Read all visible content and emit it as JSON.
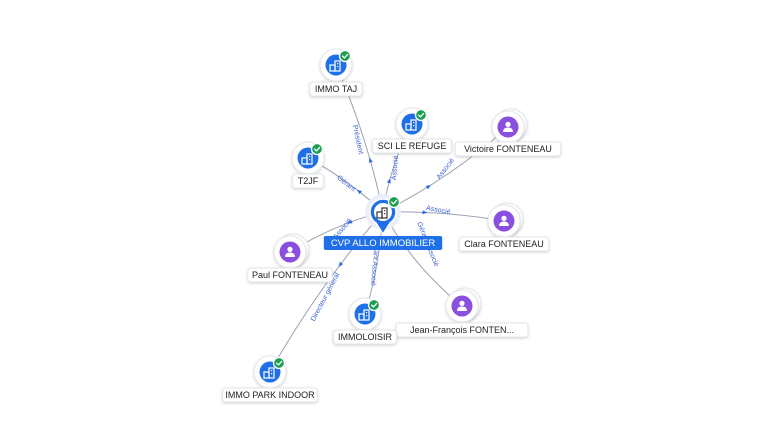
{
  "graph": {
    "center": {
      "id": "center",
      "label": "CVP ALLO IMMOBILIER",
      "type": "company",
      "verified": true
    },
    "nodes": [
      {
        "id": "immo_taj",
        "label": "IMMO TAJ",
        "type": "company",
        "verified": true
      },
      {
        "id": "sci_le_refuge",
        "label": "SCI LE REFUGE",
        "type": "company",
        "verified": true
      },
      {
        "id": "victoire",
        "label": "Victoire FONTENEAU",
        "type": "person",
        "verified": false
      },
      {
        "id": "t2jf",
        "label": "T2JF",
        "type": "company",
        "verified": true
      },
      {
        "id": "clara",
        "label": "Clara FONTENEAU",
        "type": "person",
        "verified": false
      },
      {
        "id": "paul",
        "label": "Paul FONTENEAU",
        "type": "person",
        "verified": false
      },
      {
        "id": "jean_francois",
        "label": "Jean-François FONTEN...",
        "type": "person",
        "verified": false
      },
      {
        "id": "immoloisir",
        "label": "IMMOLOISIR",
        "type": "company",
        "verified": true
      },
      {
        "id": "immo_park",
        "label": "IMMO PARK INDOOR",
        "type": "company",
        "verified": true
      }
    ],
    "edges": [
      {
        "from": "center",
        "to": "immo_taj",
        "label": "Président"
      },
      {
        "from": "center",
        "to": "sci_le_refuge",
        "label": "Associé"
      },
      {
        "from": "center",
        "to": "victoire",
        "label": "Associé"
      },
      {
        "from": "center",
        "to": "t2jf",
        "label": "Gérant"
      },
      {
        "from": "center",
        "to": "clara",
        "label": "Associé"
      },
      {
        "from": "center",
        "to": "paul",
        "label": "Associé"
      },
      {
        "from": "center",
        "to": "jean_francois",
        "label": "Gérant Associé"
      },
      {
        "from": "center",
        "to": "immoloisir",
        "label": "Gérant Associé"
      },
      {
        "from": "center",
        "to": "immo_park",
        "label": "Directeur général"
      }
    ]
  },
  "colors": {
    "company_icon": "#1f6fe8",
    "person_icon": "#8b4fe0",
    "verified_badge": "#1e9e52",
    "edge": "#9aa3b2",
    "edge_label": "#3d63d8",
    "center_label_bg": "#1f6fe8"
  },
  "icons": {
    "company": "building-icon",
    "person": "person-icon",
    "verified": "check-badge-icon"
  }
}
